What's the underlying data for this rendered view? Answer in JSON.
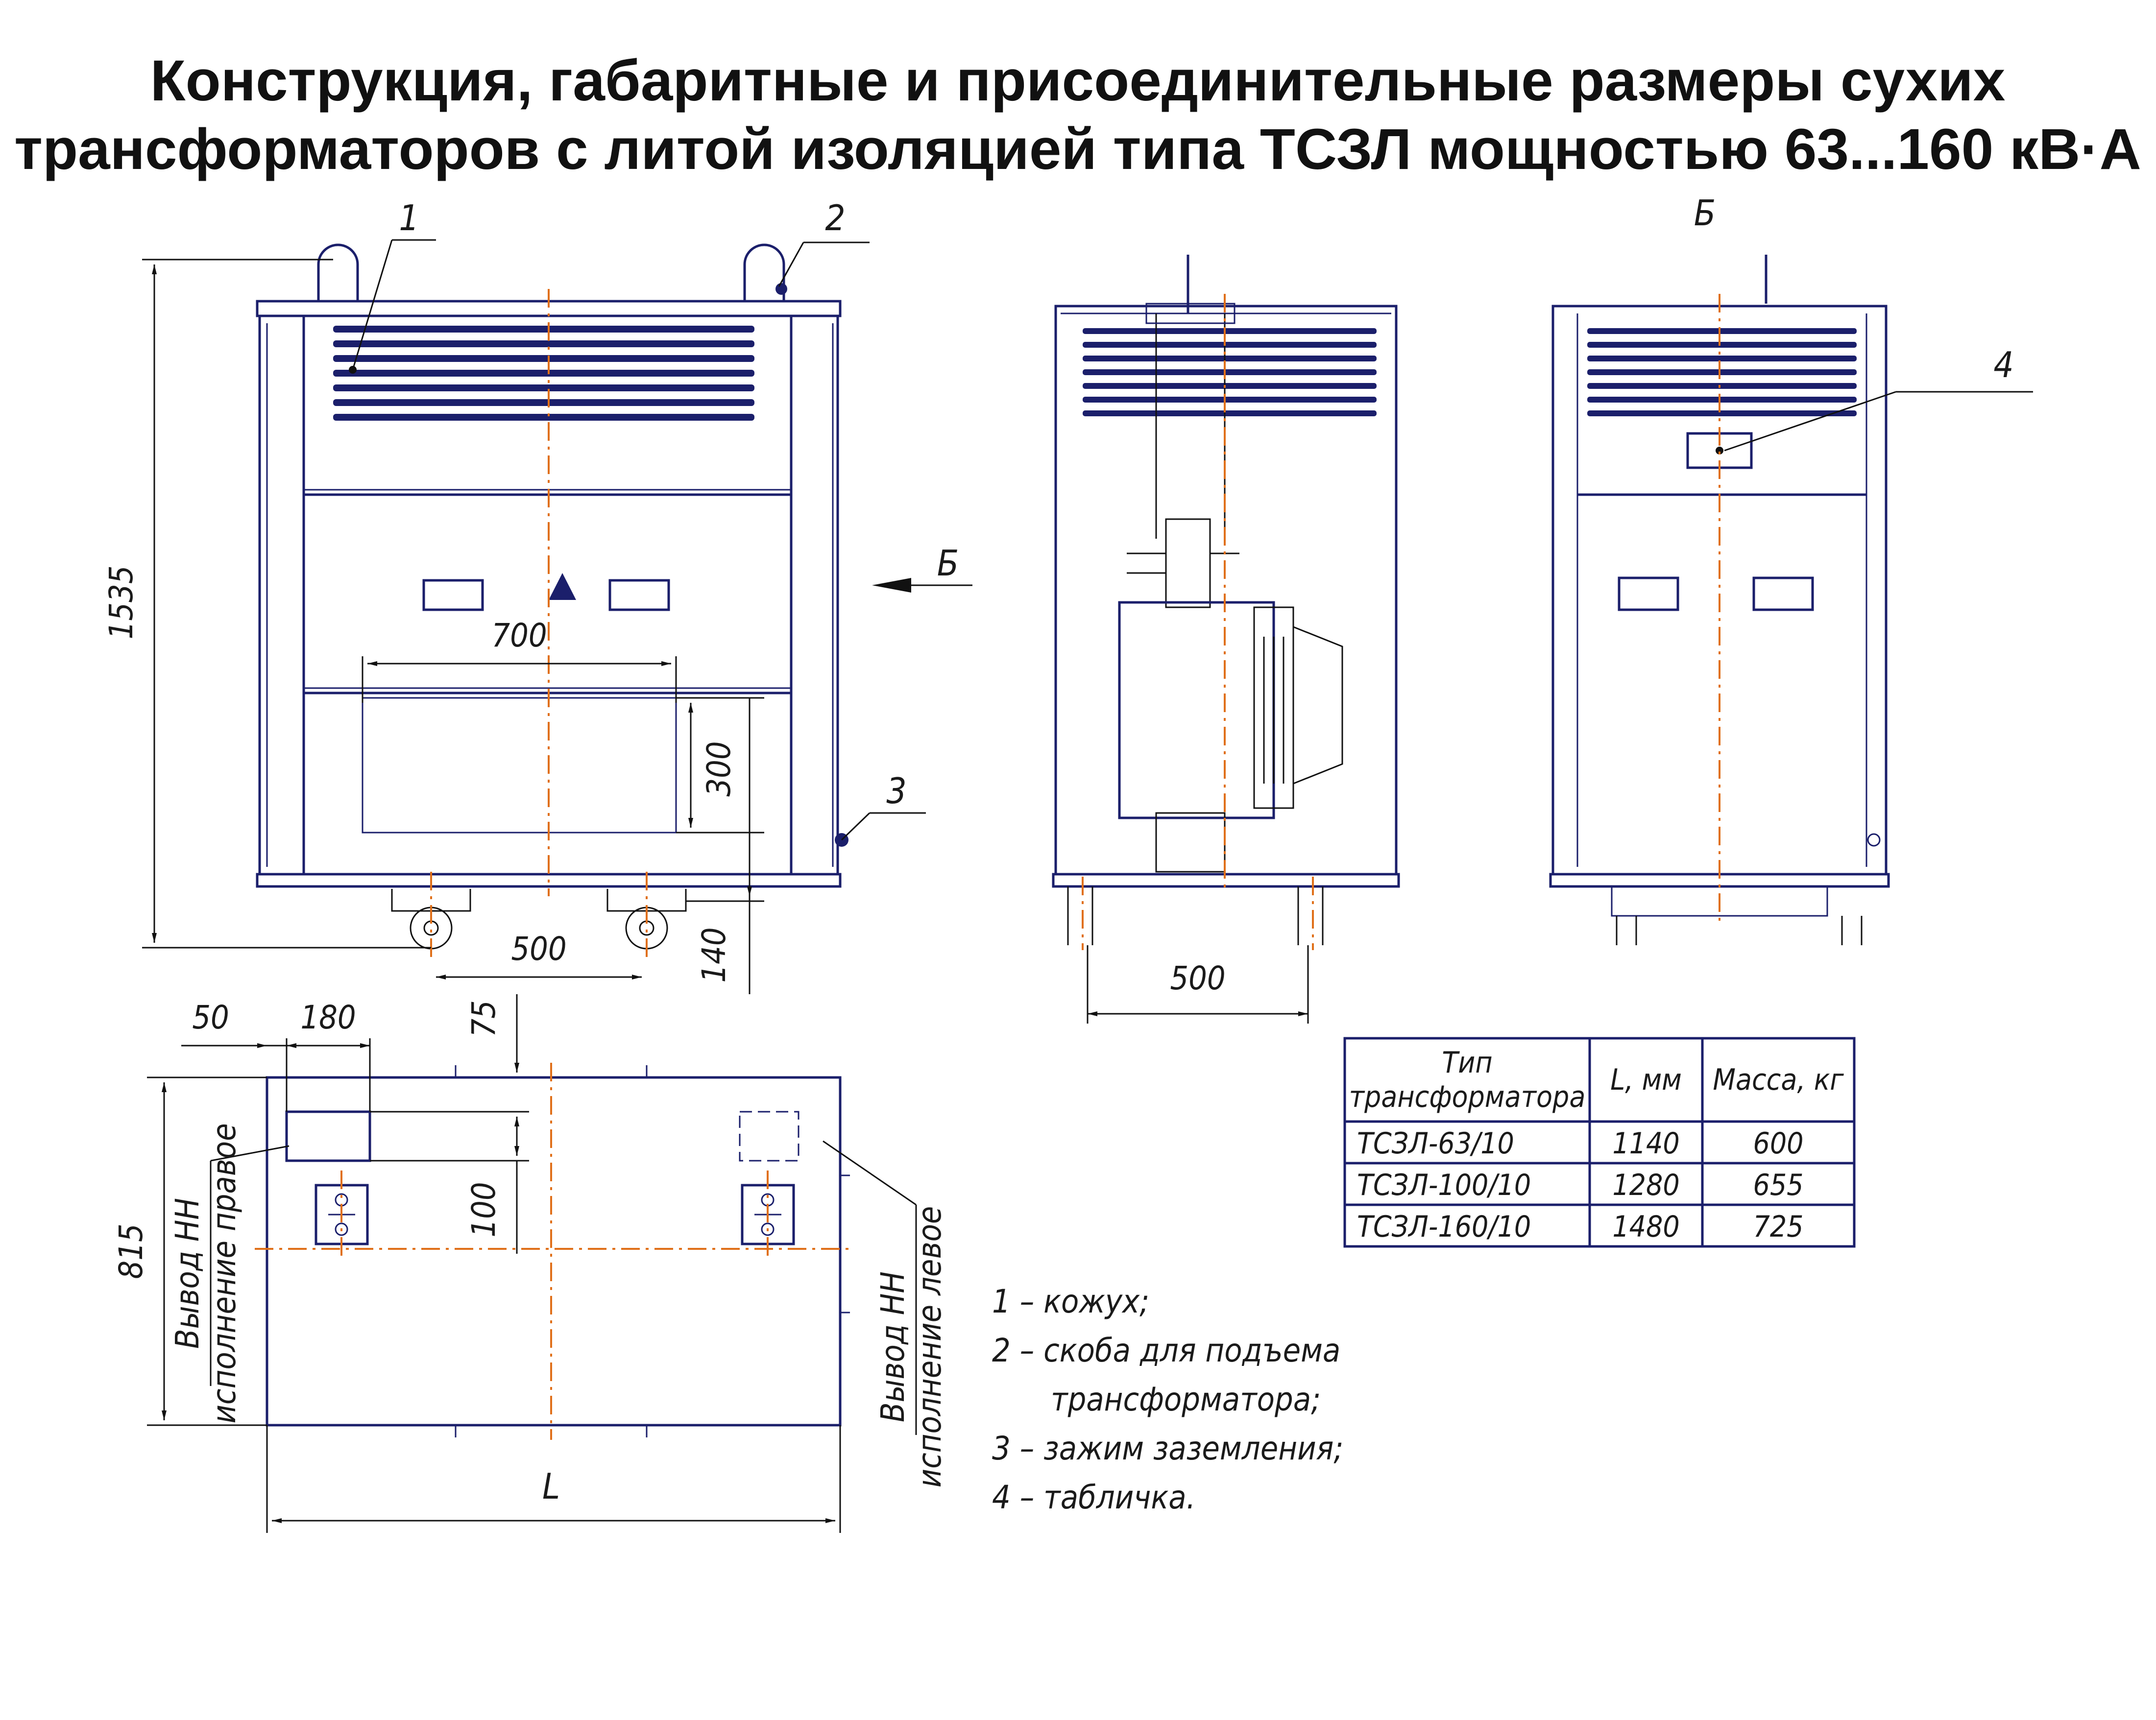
{
  "title": {
    "line1": "Конструкция, габаритные и присоединительные размеры сухих",
    "line2": "трансформаторов с литой изоляцией типа ТСЗЛ мощностью 63...160 кВ·А"
  },
  "view_label": "Б",
  "callouts": [
    "1",
    "2",
    "3",
    "4"
  ],
  "dimensions": {
    "height": "1535",
    "width_700": "700",
    "h_300": "300",
    "h_140": "140",
    "wheel_front": "500",
    "wheel_side": "500",
    "d50": "50",
    "d180": "180",
    "d75": "75",
    "d100": "100",
    "depth": "815",
    "length": "L"
  },
  "side_notes": {
    "left_1": "Вывод НН",
    "left_2": "исполнение правое",
    "right_1": "Вывод НН",
    "right_2": "исполнение левое"
  },
  "legend": [
    "1 – кожух;",
    "2 – скоба для подъема",
    "трансформатора;",
    "3 – зажим заземления;",
    "4 – табличка."
  ],
  "table": {
    "headers": [
      "Тип",
      "трансформатора",
      "L, мм",
      "Масса, кг"
    ],
    "rows": [
      [
        "ТСЗЛ-63/10",
        "1140",
        "600"
      ],
      [
        "ТСЗЛ-100/10",
        "1280",
        "655"
      ],
      [
        "ТСЗЛ-160/10",
        "1480",
        "725"
      ]
    ]
  },
  "colors": {
    "outline": "#1b1f6b",
    "axis": "#e0701a",
    "text": "#111111"
  }
}
